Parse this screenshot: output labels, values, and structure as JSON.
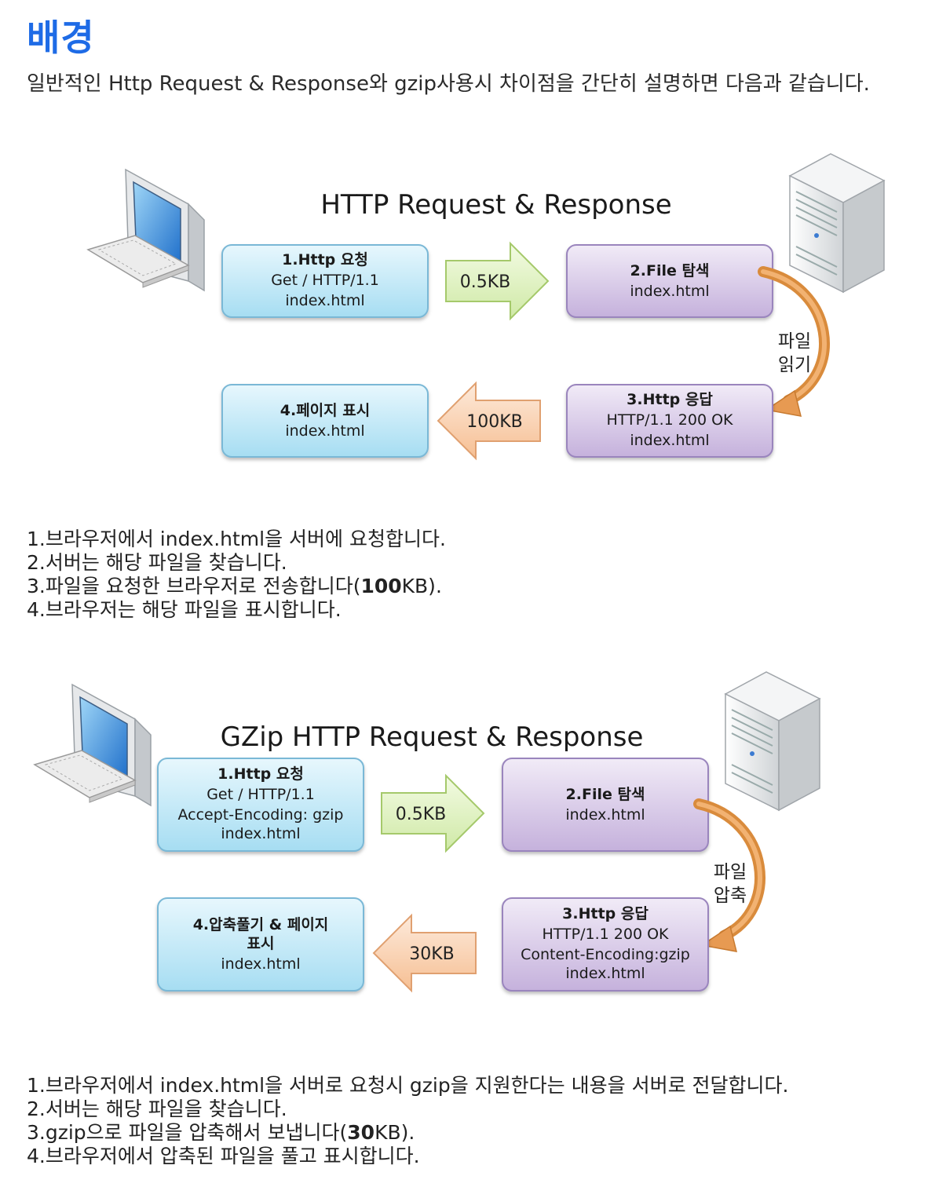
{
  "heading": "배경",
  "intro": "일반적인 Http Request & Response와 gzip사용시 차이점을 간단히 설명하면 다음과 같습니다.",
  "diagram1": {
    "title": "HTTP Request  &  Response",
    "box1": {
      "title": "1.Http 요청",
      "lines": [
        "Get / HTTP/1.1",
        "index.html"
      ]
    },
    "arrow_right": "0.5KB",
    "box2": {
      "title": "2.File 탐색",
      "lines": [
        "index.html"
      ]
    },
    "curve_label": [
      "파일",
      "읽기"
    ],
    "box3": {
      "title": "3.Http 응답",
      "lines": [
        "HTTP/1.1 200 OK",
        "index.html"
      ]
    },
    "arrow_left": "100KB",
    "box4": {
      "title": "4.페이지 표시",
      "lines": [
        "index.html"
      ]
    }
  },
  "steps1": {
    "s1": "1.브라우저에서 index.html을 서버에 요청합니다.",
    "s2": "2.서버는 해당 파일을 찾습니다.",
    "s3_pre": "3.파일을 요청한 브라우저로 전송합니다(",
    "s3_bold": "100",
    "s3_post": "KB).",
    "s4": "4.브라우저는 해당 파일을 표시합니다."
  },
  "diagram2": {
    "title": "GZip HTTP Request  &  Response",
    "box1": {
      "title": "1.Http 요청",
      "lines": [
        "Get / HTTP/1.1",
        "Accept-Encoding: gzip",
        "index.html"
      ]
    },
    "arrow_right": "0.5KB",
    "box2": {
      "title": "2.File 탐색",
      "lines": [
        "index.html"
      ]
    },
    "curve_label": [
      "파일",
      "압축"
    ],
    "box3": {
      "title": "3.Http 응답",
      "lines": [
        "HTTP/1.1 200 OK",
        "Content-Encoding:gzip",
        "index.html"
      ]
    },
    "arrow_left": "30KB",
    "box4": {
      "title_lines": [
        "4.압축풀기 & 페이지",
        "표시"
      ],
      "lines": [
        "index.html"
      ]
    }
  },
  "steps2": {
    "s1": "1.브라우저에서 index.html을 서버로 요청시 gzip을 지원한다는 내용을 서버로 전달합니다.",
    "s2": "2.서버는 해당 파일을 찾습니다.",
    "s3_pre": "3.gzip으로 파일을 압축해서 보냅니다(",
    "s3_bold": "30",
    "s3_post": "KB).",
    "s4": "4.브라우저에서 압축된 파일을 풀고 표시합니다."
  }
}
